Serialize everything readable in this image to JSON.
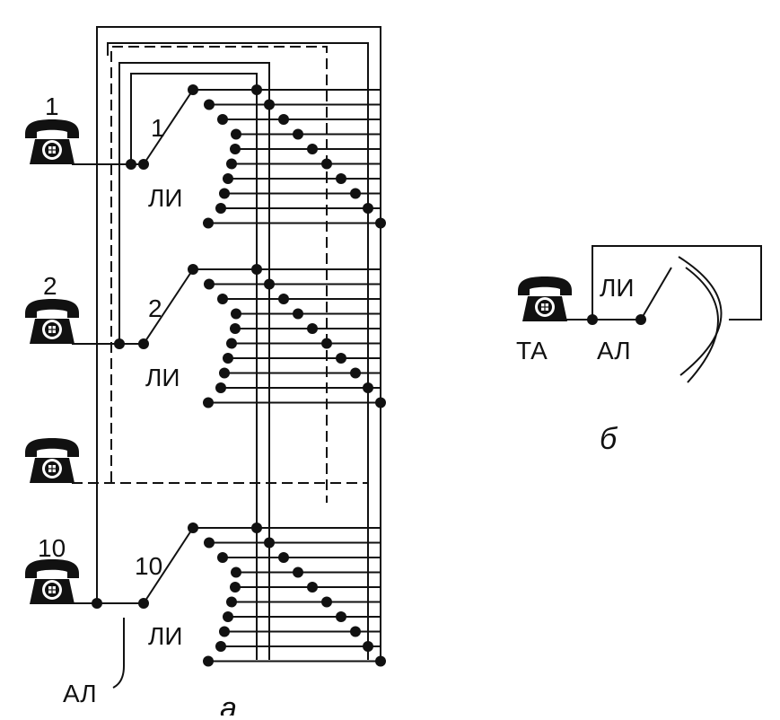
{
  "diagram_a": {
    "caption": "а",
    "line_label": "АЛ",
    "subscribers": [
      {
        "number": "1",
        "switch_number": "1",
        "switch_label": "ЛИ"
      },
      {
        "number": "2",
        "switch_number": "2",
        "switch_label": "ЛИ"
      },
      {
        "number": "",
        "switch_number": "",
        "switch_label": ""
      },
      {
        "number": "10",
        "switch_number": "10",
        "switch_label": "ЛИ"
      }
    ]
  },
  "diagram_b": {
    "caption": "б",
    "phone_label": "ТА",
    "line_label": "АЛ",
    "switch_label": "ЛИ"
  },
  "icons": {
    "phone": "telephone-icon"
  }
}
